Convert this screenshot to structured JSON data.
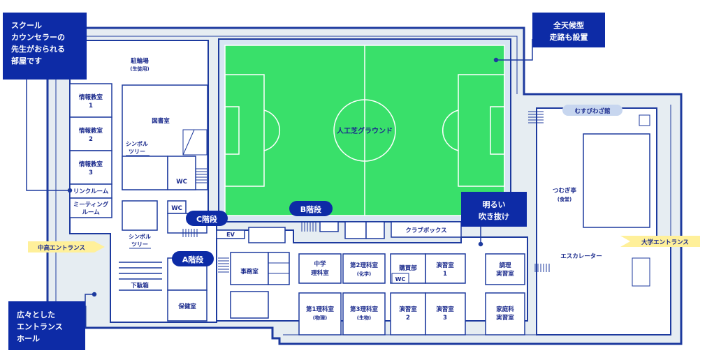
{
  "callouts": {
    "counselor": [
      "スクール",
      "カウンセラーの",
      "先生がおられる",
      "部屋です"
    ],
    "track": [
      "全天候型",
      "走路も設置"
    ],
    "atrium": [
      "明るい",
      "吹き抜け"
    ],
    "hall": [
      "広々とした",
      "エントランス",
      "ホール"
    ]
  },
  "stairs": {
    "a": "A階段",
    "b": "B階段",
    "c": "C階段"
  },
  "entrances": {
    "junior_high": "中高エントランス",
    "university": "大学エントランス"
  },
  "field": {
    "label": "人工芝グラウンド"
  },
  "rooms": {
    "bicycle": "駐輪場",
    "bicycle_sub": "(生徒用)",
    "info1": [
      "情報教室",
      "1"
    ],
    "info2": [
      "情報教室",
      "2"
    ],
    "info3": [
      "情報教室",
      "3"
    ],
    "link_room": "リンクルーム",
    "meeting": [
      "ミーティング",
      "ルーム"
    ],
    "library": "図書室",
    "symbol_tree_top": [
      "シンボル",
      "ツリー"
    ],
    "symbol_tree_bottom": [
      "シンボル",
      "ツリー"
    ],
    "wc_library": "WC",
    "wc_c": "WC",
    "ev": "EV",
    "shoe_rack": "下駄箱",
    "health": "保健室",
    "office": "事務室",
    "jh_science": [
      "中学",
      "理科室"
    ],
    "sci2": "第2理科室",
    "sci2_sub": "(化学)",
    "store": "購買部",
    "wc_store": "WC",
    "practice1": [
      "演習室",
      "1"
    ],
    "sci1": "第1理科室",
    "sci1_sub": "(物理)",
    "sci3": "第3理科室",
    "sci3_sub": "(生物)",
    "practice2": [
      "演習室",
      "2"
    ],
    "practice3": [
      "演習室",
      "3"
    ],
    "cooking": [
      "調理",
      "実習室"
    ],
    "home_ec": [
      "家庭科",
      "実習室"
    ],
    "club_box": "クラブボックス",
    "musubi": "むすびわざ館",
    "tsumugi": "つむぎ亭",
    "tsumugi_sub": "(食堂)",
    "escalator": "エスカレーター"
  },
  "colors": {
    "navy": "#0d2ba6",
    "line": "#1d3a9e",
    "floor": "#e6edf2",
    "field_green": "#39e06a",
    "entrance_yellow": "#fff09a",
    "badge_light": "#c7d6ef"
  }
}
